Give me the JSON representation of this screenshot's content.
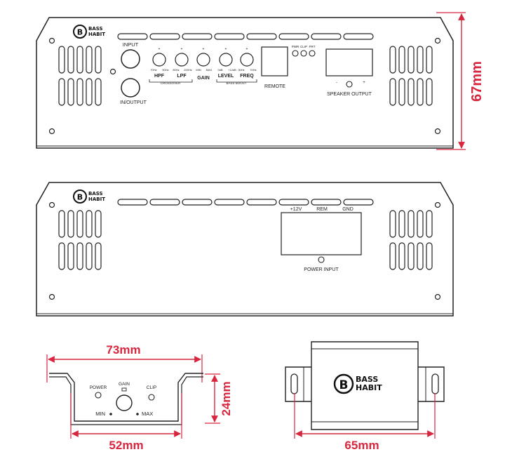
{
  "brand": {
    "line1": "BASS",
    "line2": "HABIT",
    "mark": "B"
  },
  "front_panel": {
    "input": "INPUT",
    "in_output": "IN/OUTPUT",
    "knobs": [
      {
        "name": "HPF",
        "min": "70Hz",
        "max": "50Hz"
      },
      {
        "name": "LPF",
        "min": "80Hz",
        "max": "200Hz"
      },
      {
        "name": "GAIN",
        "min": "MIN",
        "max": "MAX"
      },
      {
        "name": "LEVEL",
        "min": "0dB",
        "max": "+12dB"
      },
      {
        "name": "FREQ",
        "min": "30Hz",
        "max": "70Hz"
      }
    ],
    "crossover": "CROSSOVER",
    "bass_boost": "BASS BOOST",
    "remote": "REMOTE",
    "leds": [
      "PWR",
      "CLIP",
      "PRT"
    ],
    "speaker_output": "SPEAKER OUTPUT",
    "speaker_minus": "-",
    "speaker_plus": "+"
  },
  "rear_panel": {
    "terminals": [
      "+12V",
      "REM",
      "GND"
    ],
    "power_input": "POWER INPUT"
  },
  "remote": {
    "gain": "GAIN",
    "power": "POWER",
    "clip": "CLIP",
    "min": "MIN",
    "max": "MAX"
  },
  "dimensions": {
    "height": "67mm",
    "remote_width": "73mm",
    "remote_inner_width": "52mm",
    "remote_height": "24mm",
    "mount_width": "65mm"
  },
  "colors": {
    "dimension": "#d7263d",
    "outline": "#222222"
  }
}
